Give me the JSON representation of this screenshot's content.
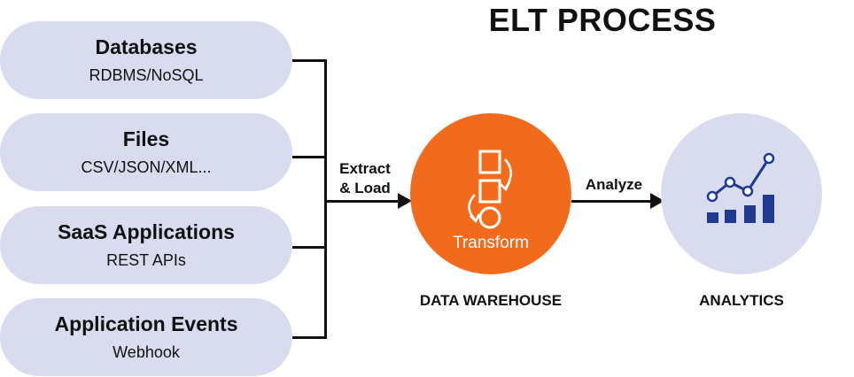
{
  "title": "ELT PROCESS",
  "sources": [
    {
      "name": "Databases",
      "sub": "RDBMS/NoSQL"
    },
    {
      "name": "Files",
      "sub": "CSV/JSON/XML..."
    },
    {
      "name": "SaaS Applications",
      "sub": "REST APIs"
    },
    {
      "name": "Application Events",
      "sub": "Webhook"
    }
  ],
  "extract_label_line1": "Extract",
  "extract_label_line2": "& Load",
  "warehouse": {
    "label": "Transform",
    "caption": "DATA WAREHOUSE",
    "color": "#f26b1d",
    "icon": "transform-shapes-icon"
  },
  "analyze_label": "Analyze",
  "analytics": {
    "caption": "ANALYTICS",
    "color": "#d9dcef",
    "accent": "#1f3a93",
    "icon": "bar-line-chart-icon"
  }
}
